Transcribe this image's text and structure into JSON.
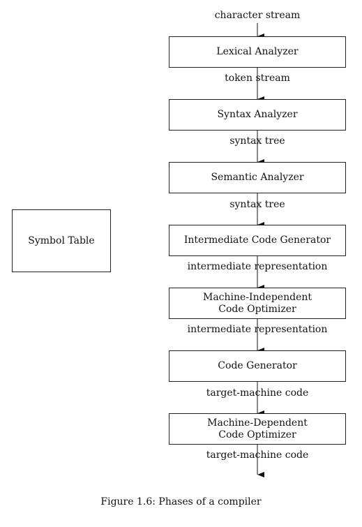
{
  "diagram": {
    "input_label": "character stream",
    "phases": [
      {
        "name": "Lexical Analyzer",
        "output": "token stream"
      },
      {
        "name": "Syntax Analyzer",
        "output": "syntax tree"
      },
      {
        "name": "Semantic Analyzer",
        "output": "syntax tree"
      },
      {
        "name": "Intermediate Code Generator",
        "output": "intermediate representation"
      },
      {
        "name_line1": "Machine-Independent",
        "name_line2": "Code Optimizer",
        "output": "intermediate representation"
      },
      {
        "name": "Code Generator",
        "output": "target-machine code"
      },
      {
        "name_line1": "Machine-Dependent",
        "name_line2": "Code Optimizer",
        "output": "target-machine code"
      }
    ],
    "side_box": "Symbol Table",
    "caption": "Figure 1.6: Phases of a compiler"
  }
}
